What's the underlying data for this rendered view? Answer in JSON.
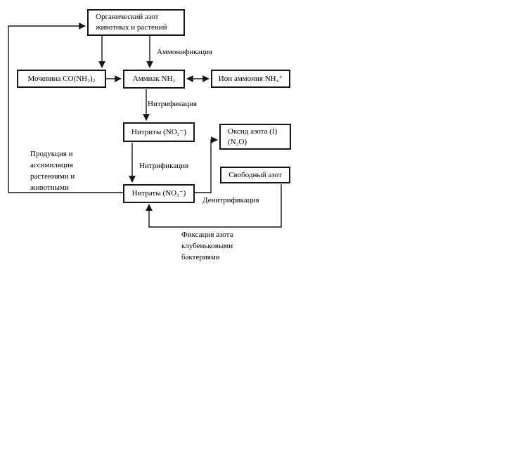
{
  "page": {
    "background": "#ffffff"
  },
  "diagram": {
    "nodes": {
      "organic": {
        "label": "Органический азот\nживотных и растений"
      },
      "urea": {
        "label": "Мочевина CO(NH₂)₂"
      },
      "ammonia": {
        "label": "Аммиак NH₃"
      },
      "ammonium": {
        "label": "Ион аммония NH₄⁺"
      },
      "nitrites": {
        "label": "Нитриты (NO₂⁻)"
      },
      "nitrous_oxide": {
        "label": "Оксид азота (I)\n(N₂O)"
      },
      "free_nitrogen": {
        "label": "Свободный азот"
      },
      "nitrates": {
        "label": "Нитраты (NO₃⁻)"
      }
    },
    "process_labels": {
      "ammonification": "Аммонификация",
      "nitrification_1": "Нитрификация",
      "nitrification_2": "Нитрификация",
      "denitrification": "Денитрификация",
      "nitrogen_fixation": "Фиксация азота\nклубеньковыми\nбактериями",
      "production_assimilation": "Продукция и\nассимиляция\nрастениями и\nживотными"
    },
    "colors": {
      "line": "#171717",
      "box_border": "#171717",
      "box_fill": "#ffffff",
      "text": "#000000"
    }
  }
}
